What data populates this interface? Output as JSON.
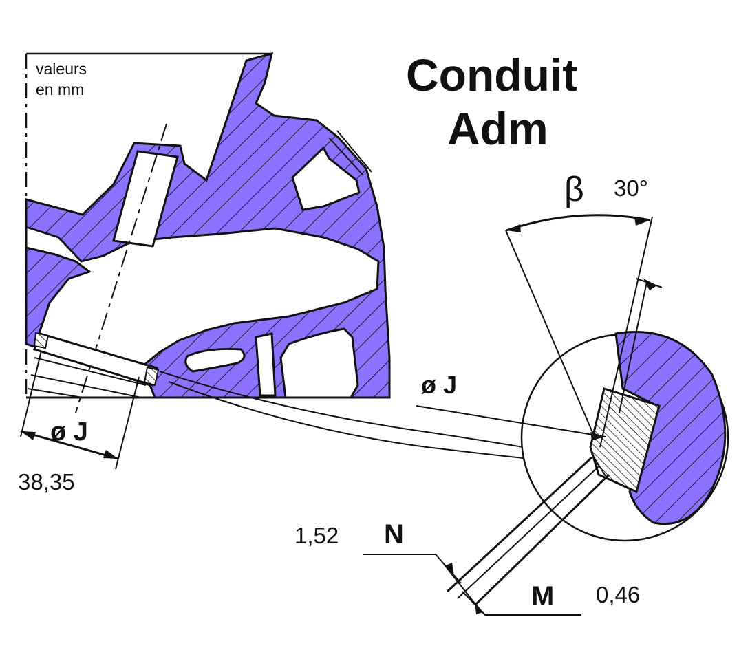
{
  "title": {
    "line1": "Conduit",
    "line2": "Adm"
  },
  "units_note": {
    "line1": "valeurs",
    "line2": "en mm"
  },
  "labels": {
    "seat_diameter": "ø J",
    "seat_diameter_detail": "ø J",
    "seat_diameter_value": "38,35",
    "angle_symbol": "β",
    "angle_value": "30°",
    "n_label": "N",
    "n_value": "1,52",
    "m_label": "M",
    "m_value": "0,46"
  },
  "colors": {
    "section_fill": "#8c72ff",
    "hatch_line": "#1a1a1a",
    "outline": "#111111",
    "background": "#ffffff"
  }
}
